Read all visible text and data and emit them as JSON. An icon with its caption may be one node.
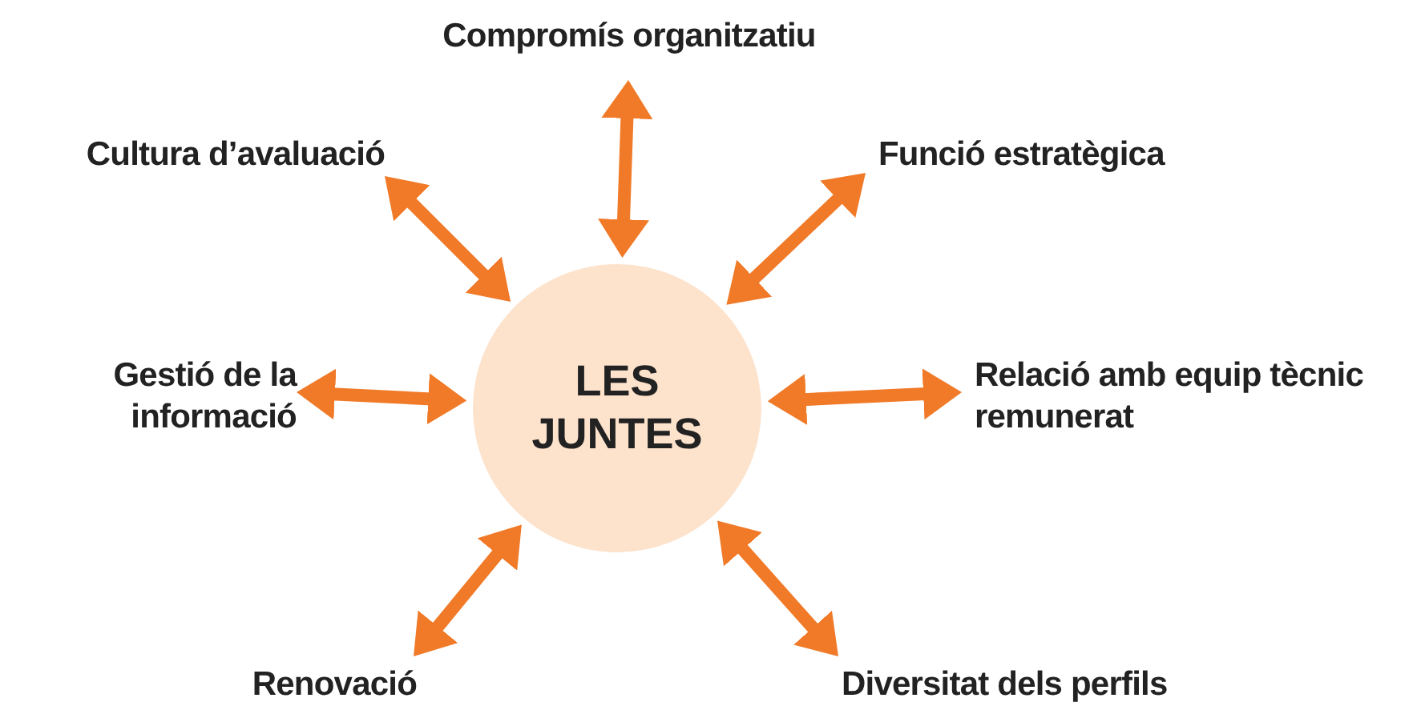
{
  "diagram": {
    "nodes": [
      {
        "text": [
          "LES JUNTES"
        ]
      },
      {
        "text": [
          "Compromís organitzatiu"
        ]
      },
      {
        "text": [
          "Cultura d’avaluació"
        ]
      },
      {
        "text": [
          "Funció estratègica"
        ]
      },
      {
        "text": [
          "Gestió de la informació"
        ]
      },
      {
        "text": [
          "Relació amb equip tècnic remunerat"
        ]
      },
      {
        "text": [
          "Renovació"
        ]
      },
      {
        "text": [
          "Diversitat dels perfils"
        ]
      }
    ],
    "edges": [
      {
        "from": 0,
        "to": 1,
        "arrow": "both"
      },
      {
        "from": 0,
        "to": 2,
        "arrow": "both"
      },
      {
        "from": 0,
        "to": 3,
        "arrow": "both"
      },
      {
        "from": 0,
        "to": 4,
        "arrow": "both"
      },
      {
        "from": 0,
        "to": 5,
        "arrow": "both"
      },
      {
        "from": 0,
        "to": 6,
        "arrow": "both"
      },
      {
        "from": 0,
        "to": 7,
        "arrow": "both"
      }
    ]
  }
}
